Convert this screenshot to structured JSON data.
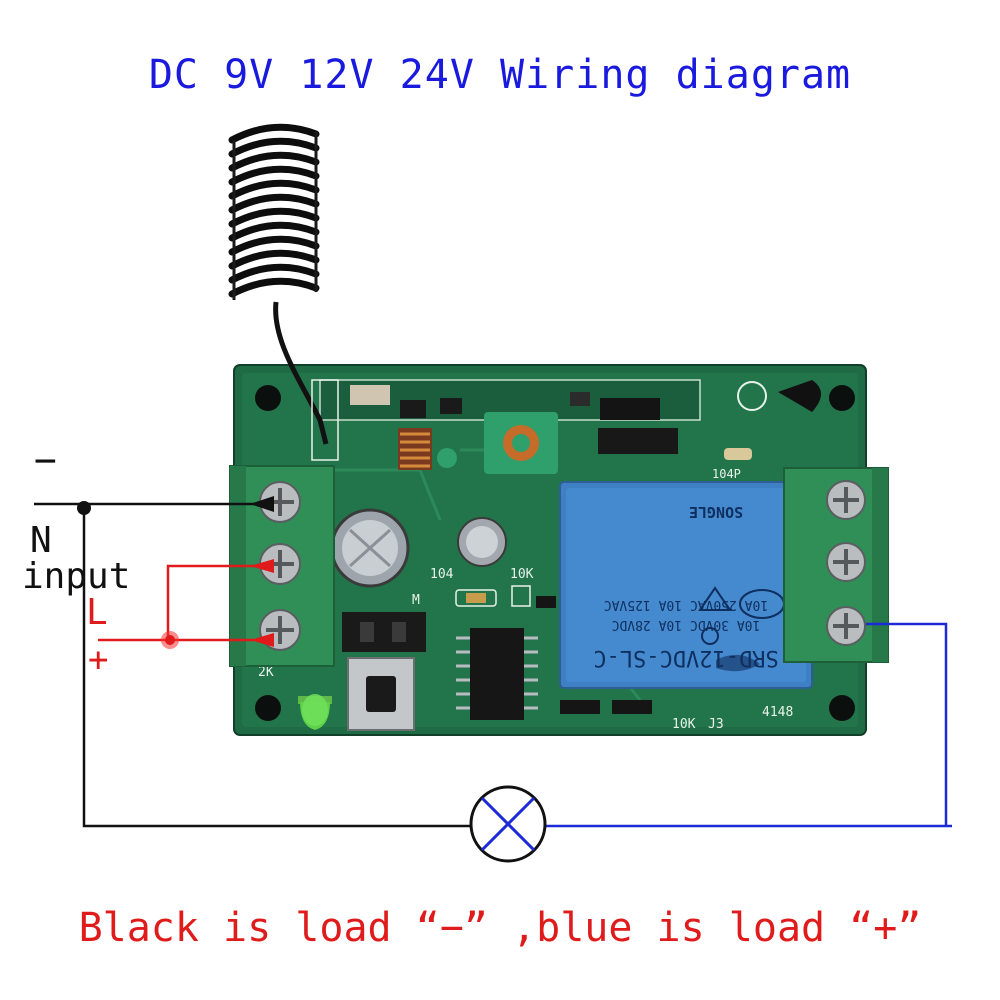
{
  "title": "DC 9V 12V 24V Wiring diagram",
  "caption": "Black is load  “−” ,blue is load “+”",
  "labels": {
    "minus": "−",
    "n": "N",
    "input": "input",
    "l": "L",
    "plus": "+"
  },
  "board": {
    "relay_model": "SRD-12VDC-SL-C",
    "relay_specs": [
      "10A 30VDC  10A 28VDC",
      "10A 250VAC 10A 125VAC"
    ],
    "relay_brand": "SONGLE",
    "silk": {
      "cap": "104P",
      "res_104": "104",
      "res_10k": "10K",
      "m": "M",
      "r_2k": "2K",
      "r_10k_bottom": "10K",
      "j3": "J3",
      "diode": "4148"
    }
  },
  "colors": {
    "title": "#1a1adf",
    "caption": "#e01b1b",
    "wire_black": "#111111",
    "wire_red": "#e01b1b",
    "wire_blue": "#1c2bd6",
    "pcb": "#1f6b45",
    "terminal": "#2f8f57",
    "relay": "#3f7fc4"
  },
  "icons": {
    "lamp": "lamp-cross-icon",
    "antenna": "coil-antenna-icon",
    "led": "green-led-icon"
  }
}
